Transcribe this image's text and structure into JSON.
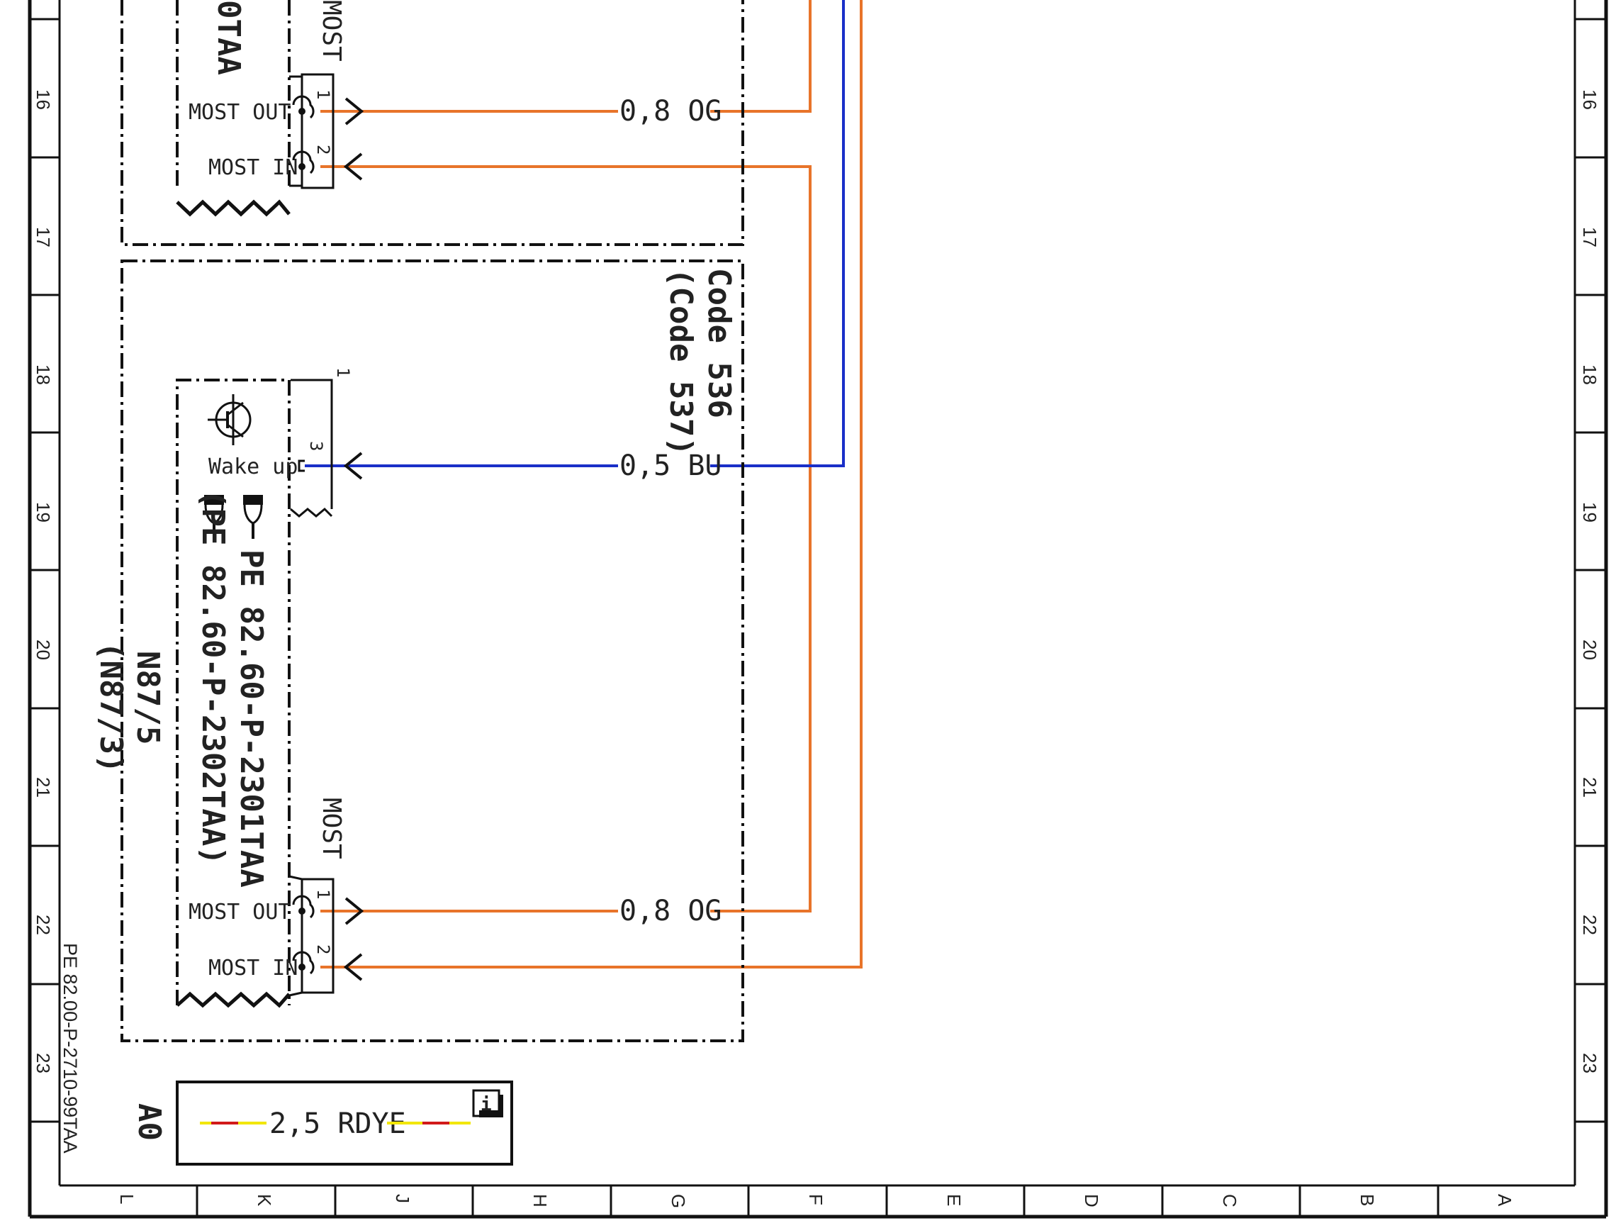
{
  "drawing_number": "PE 82.00-P-2710-99TAA",
  "row_labels": [
    "16",
    "17",
    "18",
    "19",
    "20",
    "21",
    "22",
    "23"
  ],
  "column_labels": [
    "L",
    "K",
    "J",
    "H",
    "G",
    "F",
    "E",
    "D",
    "C",
    "B",
    "A"
  ],
  "upper_unit": {
    "part_fragment": "0TAA",
    "bus_label": "MOST",
    "pins": [
      {
        "name": "MOST OUT",
        "number": "1",
        "wire": "0,8 OG"
      },
      {
        "name": "MOST IN",
        "number": "2"
      }
    ]
  },
  "lower_unit": {
    "code_line1": "Code 536",
    "code_line2": "(Code 537)",
    "pin_top": "1",
    "wake_pin": {
      "name": "Wake up",
      "number": "3",
      "wire": "0,5 BU"
    },
    "ref_line1": "PE 82.60-P-2301TAA",
    "ref_line2": "(PE 82.60-P-2302TAA)",
    "component_line1": "N87/5",
    "component_line2": "(N87/3)",
    "bus_label": "MOST",
    "pins": [
      {
        "name": "MOST OUT",
        "number": "1",
        "wire": "0,8 OG"
      },
      {
        "name": "MOST IN",
        "number": "2"
      }
    ]
  },
  "legend": {
    "label": "A0",
    "wire": "2,5 RDYE",
    "info_icon": "i"
  },
  "colors": {
    "orange_wire": "#E8742A",
    "blue_wire": "#1A2FC8",
    "red": "#D11A1A",
    "yellow": "#F2E600"
  }
}
